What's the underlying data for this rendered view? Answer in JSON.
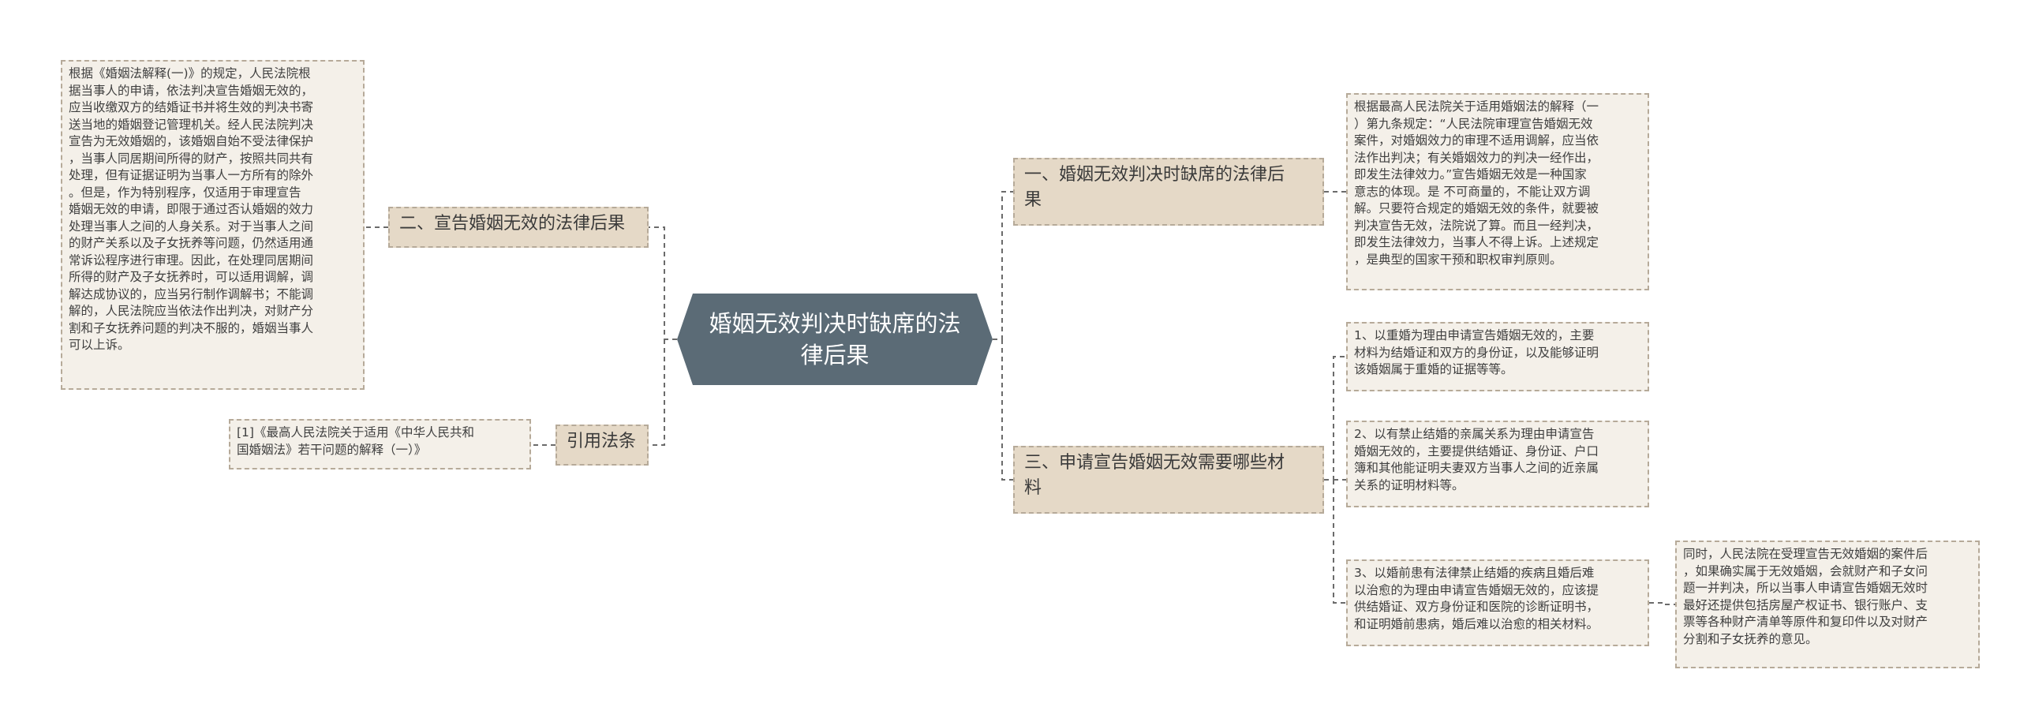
{
  "diagram": {
    "center": {
      "label": "婚姻无效判决时缺席的法律后果"
    },
    "left": [
      {
        "label": "二、宣告婚姻无效的法律后果",
        "children": [
          {
            "text": "根据《婚姻法解释(一)》的规定，人民法院根\n据当事人的申请，依法判决宣告婚姻无效的，\n应当收缴双方的结婚证书并将生效的判决书寄\n送当地的婚姻登记管理机关。经人民法院判决\n宣告为无效婚姻的，该婚姻自始不受法律保护\n，当事人同居期间所得的财产，按照共同共有\n处理，但有证据证明为当事人一方所有的除外\n。但是，作为特别程序，仅适用于审理宣告\n婚姻无效的申请，即限于通过否认婚姻的效力\n处理当事人之间的人身关系。对于当事人之间\n的财产关系以及子女抚养等问题，仍然适用通\n常诉讼程序进行审理。因此，在处理同居期间\n所得的财产及子女抚养时，可以适用调解，调\n解达成协议的，应当另行制作调解书；不能调\n解的，人民法院应当依法作出判决，对财产分\n割和子女抚养问题的判决不服的，婚姻当事人\n可以上诉。"
          }
        ]
      },
      {
        "label": "引用法条",
        "children": [
          {
            "text": "[1]《最高人民法院关于适用《中华人民共和\n国婚姻法》若干问题的解释（一）》"
          }
        ]
      }
    ],
    "right": [
      {
        "label": "一、婚姻无效判决时缺席的法律后\n果",
        "children": [
          {
            "text": "根据最高人民法院关于适用婚姻法的解释（一\n）第九条规定：“人民法院审理宣告婚姻无效\n案件，对婚姻效力的审理不适用调解，应当依\n法作出判决；有关婚姻效力的判决一经作出，\n即发生法律效力。”宣告婚姻无效是一种国家\n意志的体现。是 不可商量的，不能让双方调\n解。只要符合规定的婚姻无效的条件，就要被\n判决宣告无效，法院说了算。而且一经判决，\n即发生法律效力，当事人不得上诉。上述规定\n，是典型的国家干预和职权审判原则。"
          }
        ]
      },
      {
        "label": "三、申请宣告婚姻无效需要哪些材\n料",
        "children": [
          {
            "text": "1、以重婚为理由申请宣告婚姻无效的，主要\n材料为结婚证和双方的身份证，以及能够证明\n该婚姻属于重婚的证据等等。"
          },
          {
            "text": "2、以有禁止结婚的亲属关系为理由申请宣告\n婚姻无效的，主要提供结婚证、身份证、户口\n簿和其他能证明夫妻双方当事人之间的近亲属\n关系的证明材料等。"
          },
          {
            "text": "3、以婚前患有法律禁止结婚的疾病且婚后难\n以治愈的为理由申请宣告婚姻无效的，应该提\n供结婚证、双方身份证和医院的诊断证明书，\n和证明婚前患病，婚后难以治愈的相关材料。",
            "children": [
              {
                "text": "同时，人民法院在受理宣告无效婚姻的案件后\n，如果确实属于无效婚姻，会就财产和子女问\n题一并判决，所以当事人申请宣告婚姻无效时\n最好还提供包括房屋产权证书、银行账户、支\n票等各种财产清单等原件和复印件以及对财产\n分割和子女抚养的意见。"
              }
            ]
          }
        ]
      }
    ],
    "colors": {
      "center_fill": "#5b6b76",
      "branch_fill": "#e5d9c7",
      "leaf_fill": "#f4f0e9",
      "border": "#b6aa99",
      "connector": "#6b6b6b"
    }
  }
}
